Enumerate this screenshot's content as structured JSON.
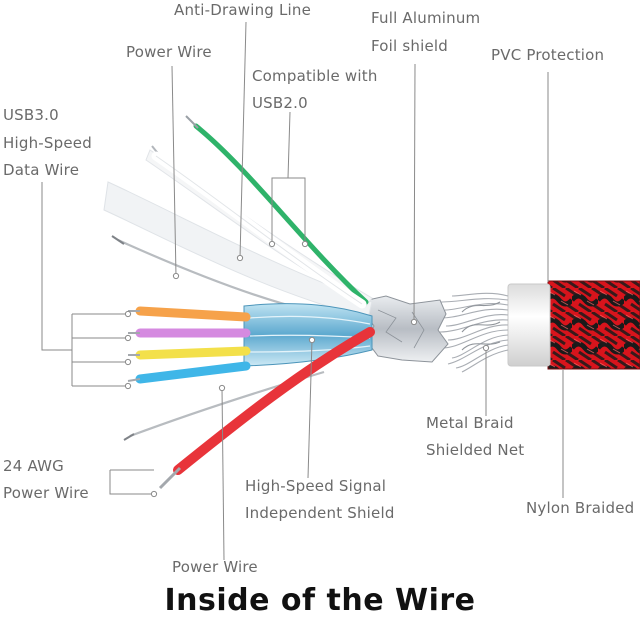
{
  "title": "Inside of the Wire",
  "labels": {
    "anti_drawing": "Anti-Drawing Line",
    "power_wire_top": "Power Wire",
    "foil_1": "Full Aluminum",
    "foil_2": "Foil shield",
    "pvc": "PVC Protection",
    "compat_1": "Compatible with",
    "compat_2": "USB2.0",
    "usb3_1": "USB3.0",
    "usb3_2": "High-Speed",
    "usb3_3": "Data Wire",
    "awg_1": "24 AWG",
    "awg_2": "Power Wire",
    "metal_1": "Metal Braid",
    "metal_2": "Shielded Net",
    "signal_1": "High-Speed Signal",
    "signal_2": "Independent Shield",
    "nylon": "Nylon Braided",
    "power_wire_bottom": "Power Wire"
  },
  "colors": {
    "label_text": "#6a6a6a",
    "leader_line": "#8a8a8a",
    "braid_red": "#d8141c",
    "braid_black": "#1a1a1a",
    "pvc_sleeve": "#f4f4f4",
    "wire_green": "#2fb36a",
    "wire_red": "#e8343a",
    "wire_orange": "#f6a24a",
    "wire_violet": "#d58ae0",
    "wire_yellow": "#f3e04a",
    "wire_blue": "#3fb6e8",
    "foil_silver": "#c8ccd2",
    "shield_blue": "#6fb7d8"
  }
}
